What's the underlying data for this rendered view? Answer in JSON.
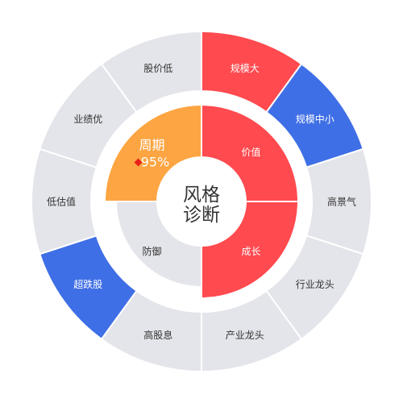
{
  "center": {
    "line1": "风格",
    "line2": "诊断"
  },
  "colors": {
    "red": "#FF4A4F",
    "blue": "#3F6FE6",
    "orange": "#FDA542",
    "gray": "#E4E5EA",
    "white": "#FFFFFF",
    "text_dark": "#333333",
    "text_light": "#FFFFFF",
    "marker": "#E8201A"
  },
  "inner_ring": [
    {
      "label": "价值",
      "color": "red",
      "selected": true
    },
    {
      "label": "成长",
      "color": "red",
      "selected": true
    },
    {
      "label": "防御",
      "color": "gray",
      "selected": false
    },
    {
      "label": "周期",
      "color": "orange",
      "selected": true,
      "highlight": true,
      "percent": "95%"
    }
  ],
  "outer_ring": [
    {
      "label": "规模大",
      "color": "red"
    },
    {
      "label": "规模中小",
      "color": "blue"
    },
    {
      "label": "高景气",
      "color": "gray"
    },
    {
      "label": "行业龙头",
      "color": "gray"
    },
    {
      "label": "产业龙头",
      "color": "gray"
    },
    {
      "label": "高股息",
      "color": "gray"
    },
    {
      "label": "超跌股",
      "color": "blue"
    },
    {
      "label": "低估值",
      "color": "gray"
    },
    {
      "label": "业绩优",
      "color": "gray"
    },
    {
      "label": "股价低",
      "color": "gray"
    }
  ]
}
